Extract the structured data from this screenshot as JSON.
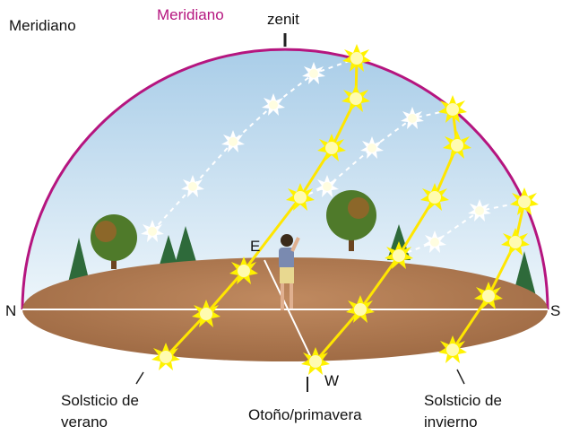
{
  "title_left": "Meridiano",
  "meridian_label": "Meridiano",
  "zenith_label": "zenit",
  "cardinals": {
    "north": "N",
    "south": "S",
    "east": "E",
    "west": "W"
  },
  "paths": {
    "summer": "Solsticio de verano",
    "equinox": "Otoño/primavera",
    "winter": "Solsticio de invierno"
  },
  "colors": {
    "meridian": "#b5157f",
    "sun": "#fff200",
    "ground": "#b07a52",
    "sky": "#c7dff0"
  }
}
